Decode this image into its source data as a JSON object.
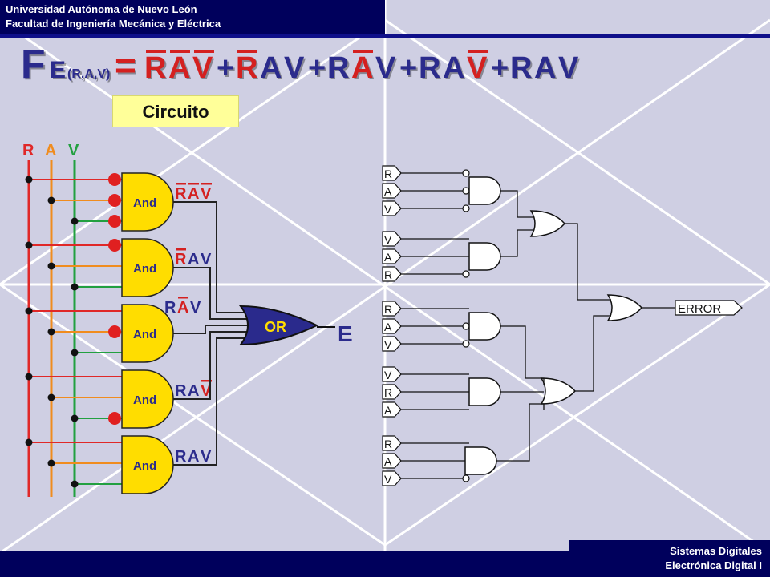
{
  "header": {
    "line1": "Universidad Autónoma de Nuevo León",
    "line2": "Facultad de Ingeniería Mecánica y Eléctrica"
  },
  "footer": {
    "line1": "Sistemas Digitales",
    "line2": "Electrónica Digital I"
  },
  "formula": {
    "F": "F",
    "sub": "E(R,A,V)",
    "eq": "=",
    "terms": [
      {
        "letters": [
          "R",
          "A",
          "V"
        ],
        "bars": [
          true,
          true,
          true
        ]
      },
      {
        "letters": [
          "R",
          "A",
          "V"
        ],
        "bars": [
          true,
          false,
          false
        ]
      },
      {
        "letters": [
          "R",
          "A",
          "V"
        ],
        "bars": [
          false,
          true,
          false
        ]
      },
      {
        "letters": [
          "R",
          "A",
          "V"
        ],
        "bars": [
          false,
          false,
          true
        ]
      },
      {
        "letters": [
          "R",
          "A",
          "V"
        ],
        "bars": [
          false,
          false,
          false
        ]
      }
    ],
    "plus": "+"
  },
  "circuito_label": "Circuito",
  "inputs": {
    "R": {
      "label": "R",
      "color": "#e02828"
    },
    "A": {
      "label": "A",
      "color": "#f08c1e"
    },
    "V": {
      "label": "V",
      "color": "#22a040"
    }
  },
  "left_circuit": {
    "and_label": "And",
    "or_label": "OR",
    "output_label": "E",
    "gate_terms": [
      "RAV",
      "RAV",
      "RAV",
      "RAV",
      "RAV"
    ]
  },
  "right_circuit": {
    "groups": [
      [
        "R",
        "A",
        "V"
      ],
      [
        "V",
        "A",
        "R"
      ],
      [
        "R",
        "A",
        "V"
      ],
      [
        "V",
        "R",
        "A"
      ],
      [
        "R",
        "A",
        "V"
      ]
    ],
    "output_label": "ERROR"
  },
  "colors": {
    "navy": "#00005c",
    "gate_yellow": "#ffdd00",
    "or_fill": "#2a2a8c",
    "term_red": "#d42020",
    "term_blue": "#2b2b8c",
    "bubble_red": "#e02020"
  }
}
